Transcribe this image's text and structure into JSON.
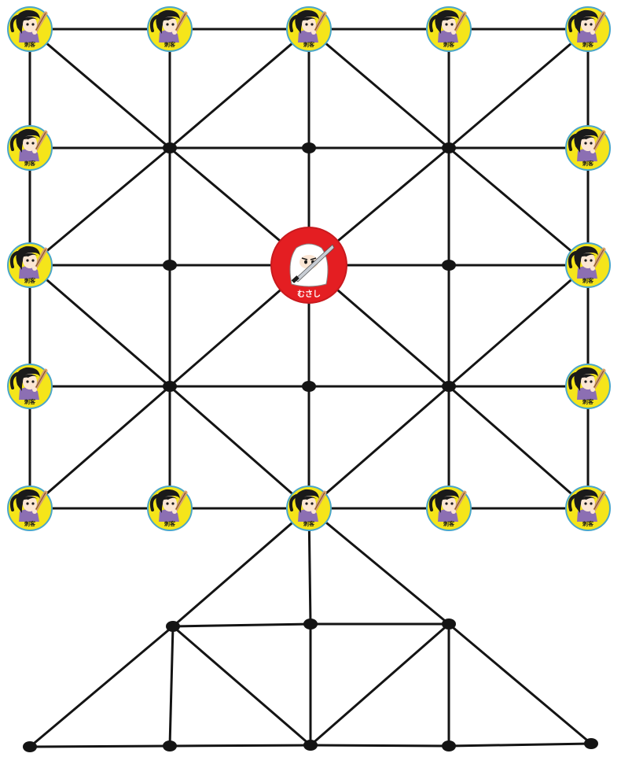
{
  "game": {
    "attacker_piece": {
      "label": "刺客",
      "count": 16,
      "colors": {
        "fill": "#f5e51a",
        "border": "#4aa6c8",
        "hair": "#1a1a1a",
        "skin": "#fbe6d4",
        "robe": "#8c6fb3"
      },
      "icon": "female-assassin-icon"
    },
    "defender_piece": {
      "label": "むさし",
      "count": 1,
      "colors": {
        "fill": "#e41e22",
        "border": "#c81a1e",
        "face": "#ffffff",
        "blade": "#c8cdd4"
      },
      "icon": "samurai-musashi-icon"
    },
    "board_colors": {
      "line": "#141414",
      "point": "#141414",
      "background": "#ffffff"
    }
  }
}
